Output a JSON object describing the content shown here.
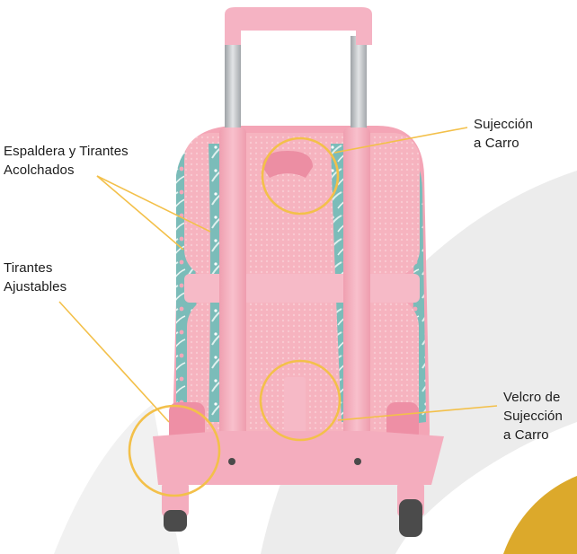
{
  "colors": {
    "background": "#ffffff",
    "swoosh_gray": "#ebebeb",
    "swoosh_gold": "#dca92b",
    "callout_gold": "#f3c04a",
    "bag_pink": "#f4a9b8",
    "trolley_pink": "#f5b3c3",
    "mesh_pink": "#f7b7c2",
    "strap_teal": "#78b8b5",
    "handle_gray": "#b9bcbf",
    "text": "#1c1c1c"
  },
  "callouts": {
    "back_padding": {
      "line1": "Espaldera y Tirantes",
      "line2": "Acolchados"
    },
    "adjustable_straps": {
      "line1": "Tirantes",
      "line2": "Ajustables"
    },
    "cart_hook": {
      "line1": "Sujección",
      "line2": "a Carro"
    },
    "velcro_hook": {
      "line1": "Velcro de",
      "line2": "Sujección",
      "line3": "a Carro"
    }
  }
}
